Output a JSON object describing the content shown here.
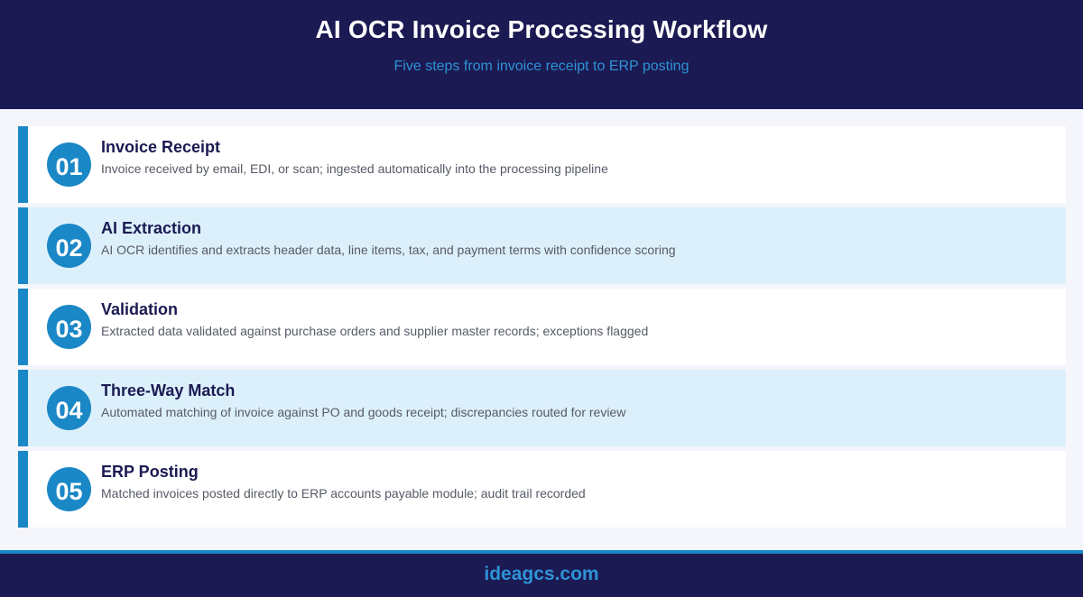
{
  "header": {
    "title": "AI OCR Invoice Processing Workflow",
    "subtitle": "Five steps from invoice receipt to ERP posting"
  },
  "steps": [
    {
      "number": "01",
      "title": "Invoice Receipt",
      "description": "Invoice received by email, EDI, or scan; ingested automatically into the processing pipeline"
    },
    {
      "number": "02",
      "title": "AI Extraction",
      "description": "AI OCR identifies and extracts header data, line items, tax, and payment terms with confidence scoring"
    },
    {
      "number": "03",
      "title": "Validation",
      "description": "Extracted data validated against purchase orders and supplier master records; exceptions flagged"
    },
    {
      "number": "04",
      "title": "Three-Way Match",
      "description": "Automated matching of invoice against PO and goods receipt; discrepancies routed for review"
    },
    {
      "number": "05",
      "title": "ERP Posting",
      "description": "Matched invoices posted directly to ERP accounts payable module; audit trail recorded"
    }
  ],
  "footer": {
    "text": "ideagcs.com"
  },
  "colors": {
    "navy": "#1b1a52",
    "accent": "#1a87c6",
    "alt_row": "#dcf0fc"
  }
}
